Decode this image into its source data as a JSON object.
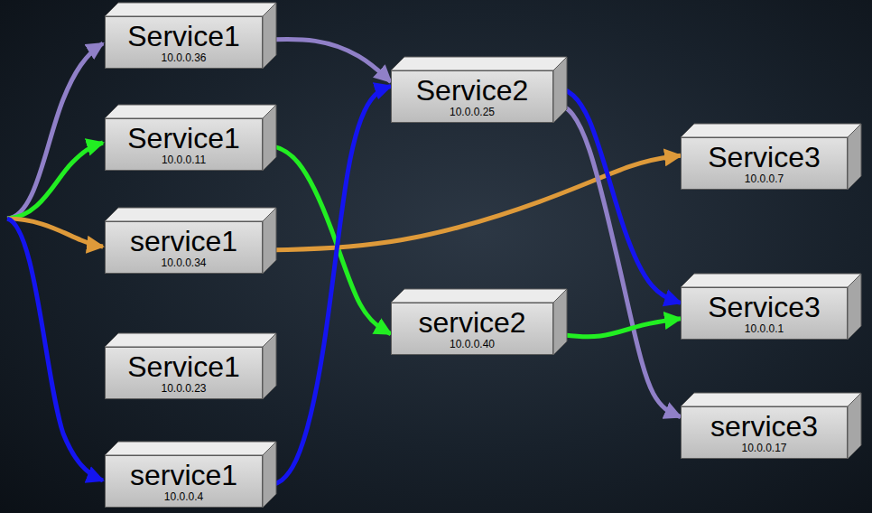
{
  "diagram": {
    "nodes": [
      {
        "text": [
          "Service1",
          "10.0.0.36"
        ]
      },
      {
        "text": [
          "Service1",
          "10.0.0.11"
        ]
      },
      {
        "text": [
          "service1",
          "10.0.0.34"
        ]
      },
      {
        "text": [
          "Service1",
          "10.0.0.23"
        ]
      },
      {
        "text": [
          "service1",
          "10.0.0.4"
        ]
      },
      {
        "text": [
          "Service2",
          "10.0.0.25"
        ]
      },
      {
        "text": [
          "service2",
          "10.0.0.40"
        ]
      },
      {
        "text": [
          "Service3",
          "10.0.0.7"
        ]
      },
      {
        "text": [
          "Service3",
          "10.0.0.1"
        ]
      },
      {
        "text": [
          "service3",
          "10.0.0.17"
        ]
      }
    ],
    "edges": [
      {
        "from": 0,
        "to": 5,
        "arrow": "to"
      },
      {
        "from": 1,
        "to": 6,
        "arrow": "to"
      },
      {
        "from": 2,
        "to": 7,
        "arrow": "to"
      },
      {
        "from": 4,
        "to": 5,
        "arrow": "to"
      },
      {
        "from": 5,
        "to": 8,
        "arrow": "to"
      },
      {
        "from": 5,
        "to": 9,
        "arrow": "to"
      },
      {
        "from": 6,
        "to": 8,
        "arrow": "to"
      }
    ]
  }
}
